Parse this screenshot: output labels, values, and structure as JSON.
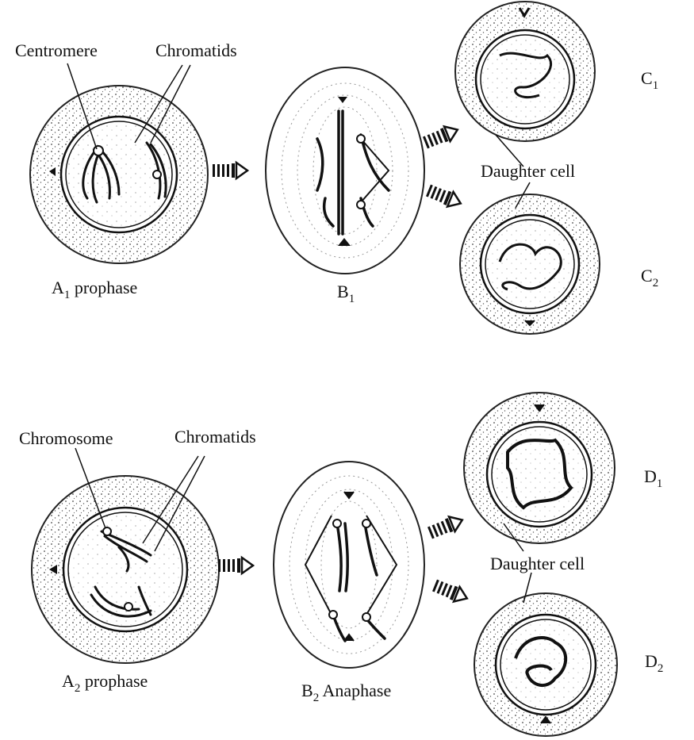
{
  "panel_top": {
    "labels": {
      "centromere": "Centromere",
      "chromatids": "Chromatids",
      "daughter_cell": "Daughter cell"
    },
    "cell_a": {
      "letter": "A",
      "sub": "1",
      "text": "prophase"
    },
    "cell_b": {
      "letter": "B",
      "sub": "1",
      "text": ""
    },
    "cell_c1": {
      "letter": "C",
      "sub": "1"
    },
    "cell_c2": {
      "letter": "C",
      "sub": "2"
    }
  },
  "panel_bottom": {
    "labels": {
      "chromosome": "Chromosome",
      "chromatids": "Chromatids",
      "daughter_cell": "Daughter cell"
    },
    "cell_a": {
      "letter": "A",
      "sub": "2",
      "text": "prophase"
    },
    "cell_b": {
      "letter": "B",
      "sub": "2",
      "text": "Anaphase"
    },
    "cell_d1": {
      "letter": "D",
      "sub": "1"
    },
    "cell_d2": {
      "letter": "D",
      "sub": "2"
    }
  },
  "colors": {
    "ink": "#111111",
    "stipple": "#555555",
    "background": "#ffffff"
  }
}
